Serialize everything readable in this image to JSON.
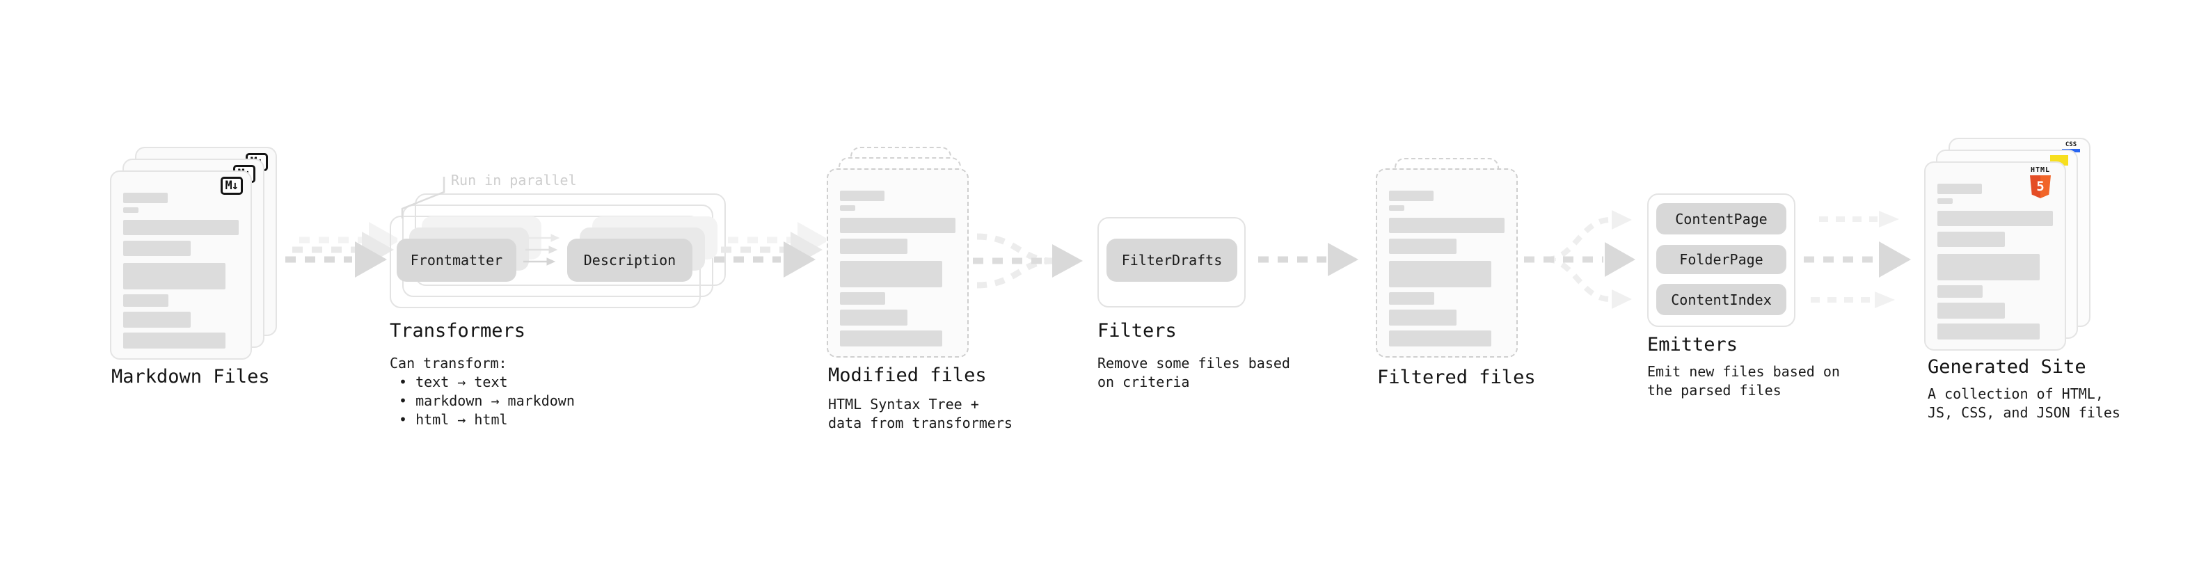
{
  "colors": {
    "html5_orange": "#e44d26",
    "html5_orange_light": "#f16529",
    "js_yellow": "#f7df1e",
    "css_blue": "#2965f1"
  },
  "stages": {
    "markdown": {
      "label": "Markdown Files",
      "file_badge": "M↓"
    },
    "transformers": {
      "label": "Transformers",
      "annotation": "Run in parallel",
      "chip_source": "Frontmatter",
      "chip_target": "Description",
      "desc_title": "Can transform:",
      "bullets": [
        "• text → text",
        "• markdown → markdown",
        "• html → html"
      ]
    },
    "modified": {
      "label": "Modified files",
      "desc": "HTML Syntax Tree +\ndata from transformers"
    },
    "filters": {
      "label": "Filters",
      "chip": "FilterDrafts",
      "desc": "Remove some files based\non criteria"
    },
    "filtered": {
      "label": "Filtered files"
    },
    "emitters": {
      "label": "Emitters",
      "chips": [
        "ContentPage",
        "FolderPage",
        "ContentIndex"
      ],
      "desc": "Emit new files based on\nthe parsed files"
    },
    "generated": {
      "label": "Generated Site",
      "desc": "A collection of HTML,\nJS, CSS, and JSON files",
      "html5_badge_text": "HTML",
      "html5_badge_number": "5",
      "css_badge_text": "CSS"
    }
  }
}
